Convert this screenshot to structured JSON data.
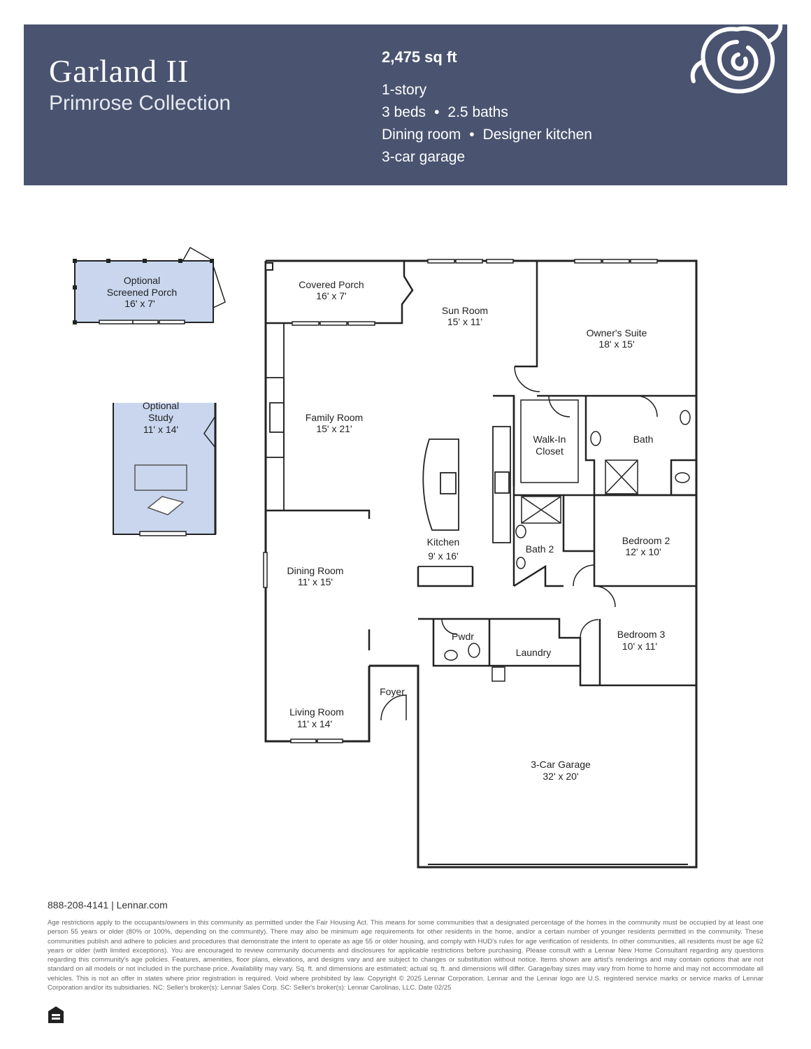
{
  "header": {
    "title": "Garland II",
    "subtitle": "Primrose Collection",
    "sqft": "2,475 sq ft",
    "features": {
      "story": "1-story",
      "beds": "3 beds",
      "baths": "2.5 baths",
      "dining": "Dining room",
      "kitchen": "Designer kitchen",
      "garage": "3-car garage"
    },
    "bullet": "•",
    "logo_icon": "rose-icon",
    "background_color": "#4a5470"
  },
  "floorplan": {
    "rooms": {
      "optional_screened_porch": {
        "name_1": "Optional",
        "name_2": "Screened Porch",
        "dims": "16' x 7'"
      },
      "covered_porch": {
        "name": "Covered Porch",
        "dims": "16' x 7'"
      },
      "sun_room": {
        "name": "Sun Room",
        "dims": "15' x 11'"
      },
      "owners_suite": {
        "name": "Owner's Suite",
        "dims": "18' x 15'"
      },
      "family_room": {
        "name": "Family Room",
        "dims": "15' x 21'"
      },
      "walk_in_closet": {
        "name_1": "Walk-In",
        "name_2": "Closet"
      },
      "bath": {
        "name": "Bath"
      },
      "kitchen": {
        "name": "Kitchen",
        "dims": "9' x 16'"
      },
      "bath_2": {
        "name": "Bath 2"
      },
      "bedroom_2": {
        "name": "Bedroom 2",
        "dims": "12' x 10'"
      },
      "dining_room": {
        "name": "Dining Room",
        "dims": "11' x 15'"
      },
      "powder": {
        "name": "Pwdr"
      },
      "laundry": {
        "name": "Laundry"
      },
      "bedroom_3": {
        "name": "Bedroom 3",
        "dims": "10' x 11'"
      },
      "optional_study": {
        "name_1": "Optional",
        "name_2": "Study",
        "dims": "11' x 14'"
      },
      "foyer": {
        "name": "Foyer"
      },
      "living_room": {
        "name": "Living Room",
        "dims": "11' x 14'"
      },
      "garage": {
        "name": "3-Car Garage",
        "dims": "32' x 20'"
      }
    },
    "optional_fill_color": "#c9d6ee",
    "wall_color": "#222222"
  },
  "footer": {
    "contact": "888-208-4141 | Lennar.com",
    "disclaimer": "Age restrictions apply to the occupants/owners in this community as permitted under the Fair Housing Act. This means for some communities that a designated percentage of the homes in the community must be occupied by at least one person 55 years or older (80% or 100%, depending on the community). There may also be minimum age requirements for other residents in the home, and/or a certain number of younger residents permitted in the community. These communities publish and adhere to policies and procedures that demonstrate the intent to operate as age 55 or older housing, and comply with HUD's rules for age verification of residents. In other communities, all residents must be age 62 years or older (with limited exceptions). You are encouraged to review community documents and disclosures for applicable restrictions before purchasing. Please consult with a Lennar New Home Consultant regarding any questions regarding this community's age policies. Features, amenities, floor plans, elevations, and designs vary and are subject to changes or substitution without notice. Items shown are artist's renderings and may contain options that are not standard on all models or not included in the purchase price. Availability may vary. Sq. ft. and dimensions are estimated; actual sq. ft. and dimensions will differ. Garage/bay sizes may vary from home to home and may not accommodate all vehicles. This is not an offer in states where prior registration is required. Void where prohibited by law. Copyright © 2025 Lennar Corporation. Lennar and the Lennar logo are U.S. registered service marks or service marks of Lennar Corporation and/or its subsidiaries. NC: Seller's broker(s): Lennar Sales Corp. SC: Seller's broker(s): Lennar Carolinas, LLC. Date 02/25",
    "equal_housing_icon": "equal-housing-icon"
  }
}
